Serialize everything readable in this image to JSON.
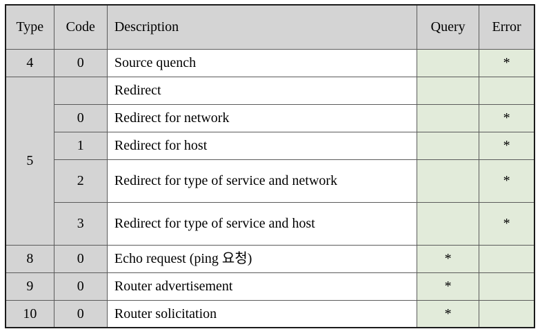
{
  "table": {
    "headers": {
      "type": "Type",
      "code": "Code",
      "description": "Description",
      "query": "Query",
      "error": "Error"
    },
    "mark": "*",
    "colors": {
      "header_background": "#d4d4d4",
      "key_background": "#d4d4d4",
      "flag_background": "#e2ebda",
      "description_background": "#ffffff",
      "border": "#5a5a5a",
      "outer_border": "#1a1a1a",
      "text": "#000000"
    },
    "rows": [
      {
        "type": "4",
        "code": "0",
        "description": "Source quench",
        "query": "",
        "error": "*",
        "height": "normal"
      },
      {
        "type": "5",
        "code": "",
        "description": "Redirect",
        "query": "",
        "error": "",
        "height": "normal"
      },
      {
        "type": "",
        "code": "0",
        "description": "Redirect for network",
        "query": "",
        "error": "*",
        "height": "normal"
      },
      {
        "type": "",
        "code": "1",
        "description": "Redirect for host",
        "query": "",
        "error": "*",
        "height": "normal"
      },
      {
        "type": "",
        "code": "2",
        "description": "Redirect for type of service and network",
        "query": "",
        "error": "*",
        "height": "tall"
      },
      {
        "type": "",
        "code": "3",
        "description": "Redirect for type of service and host",
        "query": "",
        "error": "*",
        "height": "tall"
      },
      {
        "type": "8",
        "code": "0",
        "description": "Echo request (ping 요청)",
        "query": "*",
        "error": "",
        "height": "normal"
      },
      {
        "type": "9",
        "code": "0",
        "description": "Router advertisement",
        "query": "*",
        "error": "",
        "height": "normal"
      },
      {
        "type": "10",
        "code": "0",
        "description": "Router solicitation",
        "query": "*",
        "error": "",
        "height": "normal"
      }
    ]
  }
}
